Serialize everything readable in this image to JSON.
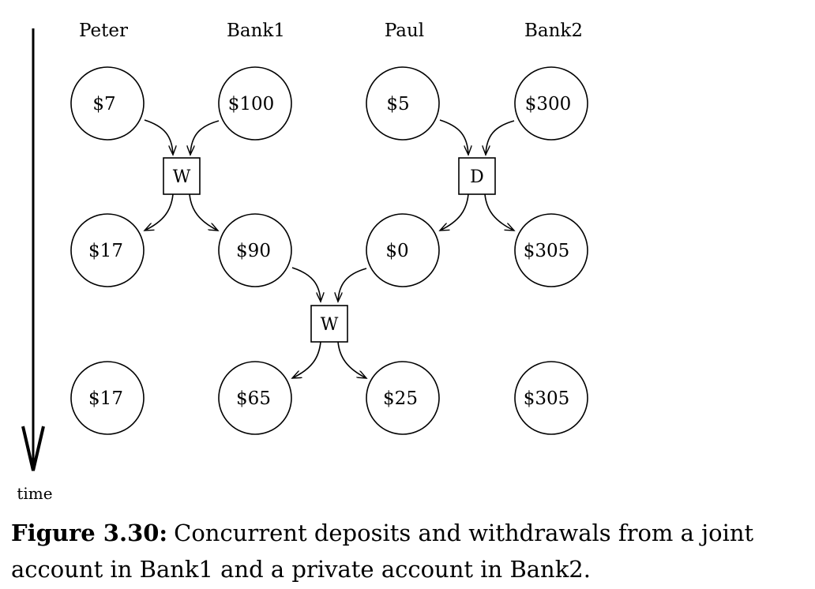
{
  "columns": {
    "peter": "Peter",
    "bank1": "Bank1",
    "paul": "Paul",
    "bank2": "Bank2"
  },
  "time_label": "time",
  "rows": {
    "initial": {
      "peter": "$7",
      "bank1": "$100",
      "paul": "$5",
      "bank2": "$300"
    },
    "after_first": {
      "peter": "$17",
      "bank1": "$90",
      "paul": "$0",
      "bank2": "$305"
    },
    "final": {
      "peter": "$17",
      "bank1": "$65",
      "paul": "$25",
      "bank2": "$305"
    }
  },
  "operations": {
    "op1": "W",
    "op2": "D",
    "op3": "W"
  },
  "caption": {
    "number": "Figure 3.30:",
    "text": "Concurrent deposits and withdrawals from a joint account in Bank1 and a private account in Bank2."
  }
}
